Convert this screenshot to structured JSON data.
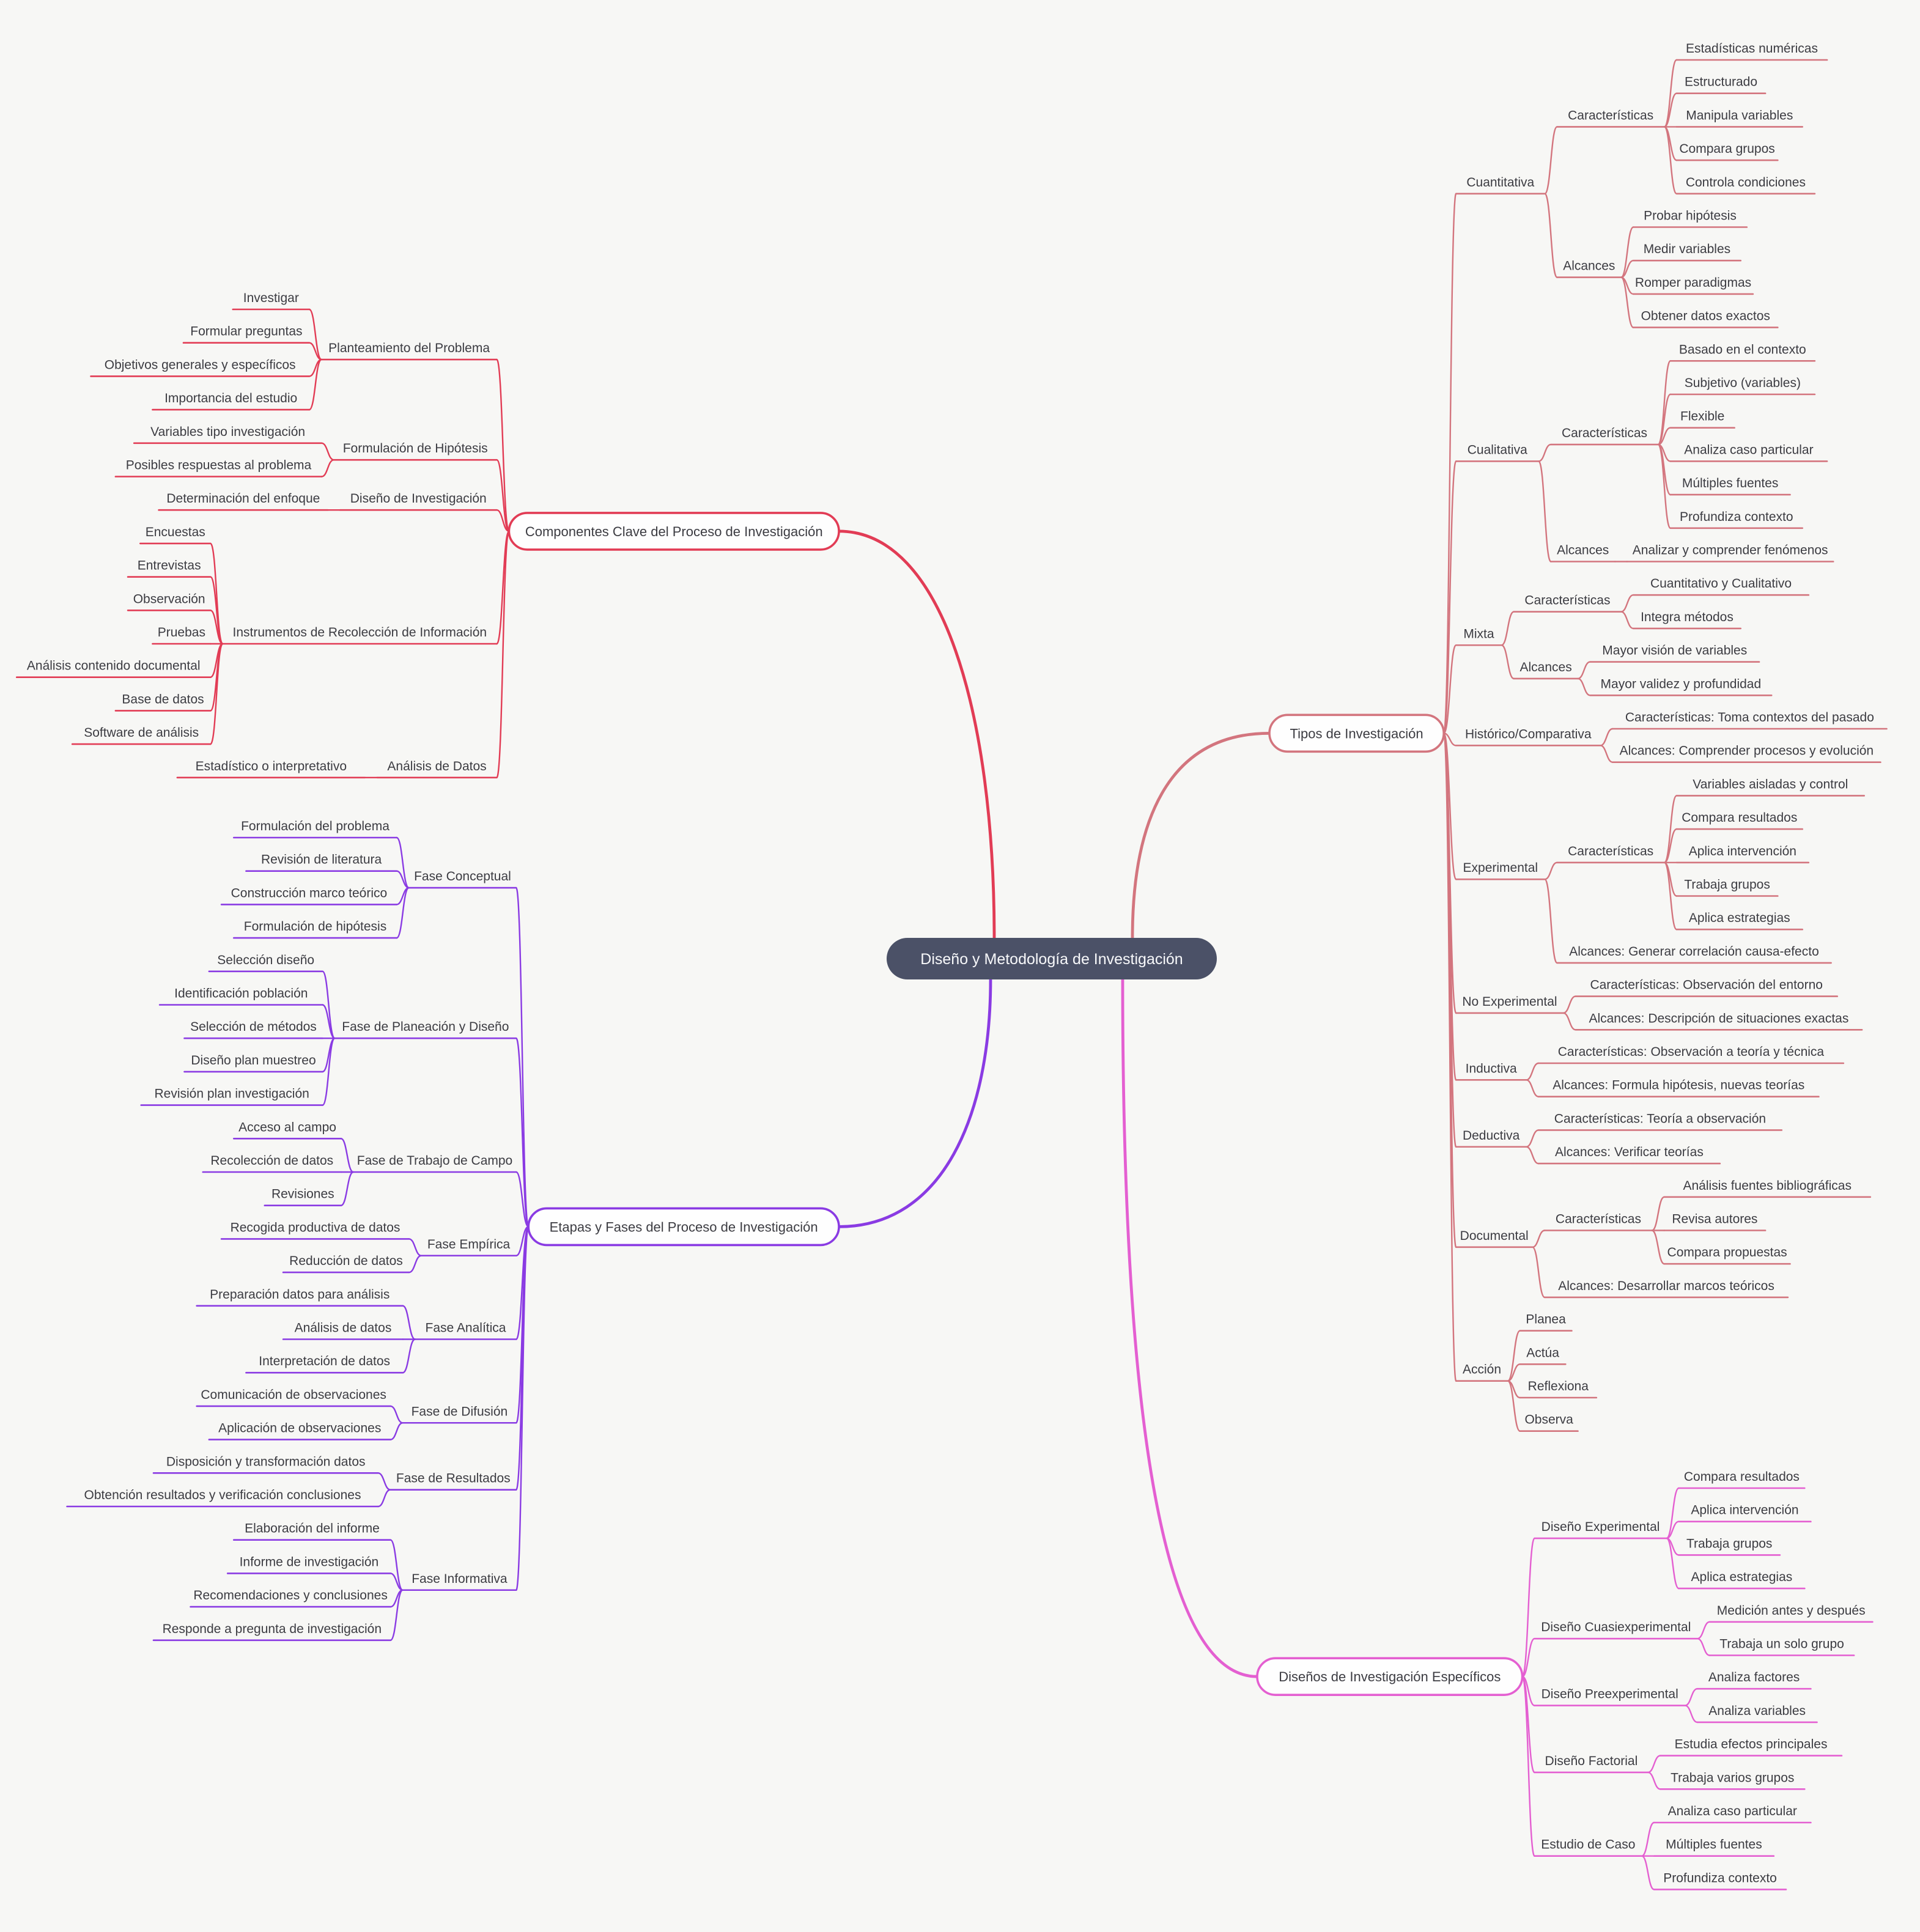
{
  "root": {
    "label": "Diseño y Metodología de Investigación"
  },
  "colors": {
    "background": "#f7f7f5",
    "root_fill": "#4b5167",
    "root_text": "#f7f8fa",
    "label_text": "#3c3c42",
    "branch_componentes": "#e23c55",
    "branch_etapas": "#8a3be3",
    "branch_tipos": "#d3757e",
    "branch_disenos": "#e45fd1"
  },
  "branches": [
    {
      "id": "componentes",
      "label": "Componentes Clave del Proceso de Investigación",
      "side": "left",
      "color": "#e23c55",
      "children": [
        {
          "label": "Planteamiento del Problema",
          "children": [
            {
              "label": "Investigar"
            },
            {
              "label": "Formular preguntas"
            },
            {
              "label": "Objetivos generales y específicos"
            },
            {
              "label": "Importancia del estudio"
            }
          ]
        },
        {
          "label": "Formulación de Hipótesis",
          "children": [
            {
              "label": "Variables tipo investigación"
            },
            {
              "label": "Posibles respuestas al problema"
            }
          ]
        },
        {
          "label": "Diseño de Investigación",
          "children": [
            {
              "label": "Determinación del enfoque"
            }
          ]
        },
        {
          "label": "Instrumentos de Recolección de Información",
          "children": [
            {
              "label": "Encuestas"
            },
            {
              "label": "Entrevistas"
            },
            {
              "label": "Observación"
            },
            {
              "label": "Pruebas"
            },
            {
              "label": "Análisis contenido documental"
            },
            {
              "label": "Base de datos"
            },
            {
              "label": "Software de análisis"
            }
          ]
        },
        {
          "label": "Análisis de Datos",
          "children": [
            {
              "label": "Estadístico o interpretativo"
            }
          ]
        }
      ]
    },
    {
      "id": "etapas",
      "label": "Etapas y Fases del Proceso de Investigación",
      "side": "left",
      "color": "#8a3be3",
      "children": [
        {
          "label": "Fase Conceptual",
          "children": [
            {
              "label": "Formulación del problema"
            },
            {
              "label": "Revisión de literatura"
            },
            {
              "label": "Construcción marco teórico"
            },
            {
              "label": "Formulación de hipótesis"
            }
          ]
        },
        {
          "label": "Fase de Planeación y Diseño",
          "children": [
            {
              "label": "Selección diseño"
            },
            {
              "label": "Identificación población"
            },
            {
              "label": "Selección de métodos"
            },
            {
              "label": "Diseño plan muestreo"
            },
            {
              "label": "Revisión plan investigación"
            }
          ]
        },
        {
          "label": "Fase de Trabajo de Campo",
          "children": [
            {
              "label": "Acceso al campo"
            },
            {
              "label": "Recolección de datos"
            },
            {
              "label": "Revisiones"
            }
          ]
        },
        {
          "label": "Fase Empírica",
          "children": [
            {
              "label": "Recogida productiva de datos"
            },
            {
              "label": "Reducción de datos"
            }
          ]
        },
        {
          "label": "Fase Analítica",
          "children": [
            {
              "label": "Preparación datos para análisis"
            },
            {
              "label": "Análisis de datos"
            },
            {
              "label": "Interpretación de datos"
            }
          ]
        },
        {
          "label": "Fase de Difusión",
          "children": [
            {
              "label": "Comunicación de observaciones"
            },
            {
              "label": "Aplicación de observaciones"
            }
          ]
        },
        {
          "label": "Fase de Resultados",
          "children": [
            {
              "label": "Disposición y transformación datos"
            },
            {
              "label": "Obtención resultados y verificación conclusiones"
            }
          ]
        },
        {
          "label": "Fase Informativa",
          "children": [
            {
              "label": "Elaboración del informe"
            },
            {
              "label": "Informe de investigación"
            },
            {
              "label": "Recomendaciones y conclusiones"
            },
            {
              "label": "Responde a pregunta de investigación"
            }
          ]
        }
      ]
    },
    {
      "id": "tipos",
      "label": "Tipos de Investigación",
      "side": "right",
      "color": "#d3757e",
      "children": [
        {
          "label": "Cuantitativa",
          "children": [
            {
              "label": "Características",
              "children": [
                {
                  "label": "Estadísticas numéricas"
                },
                {
                  "label": "Estructurado"
                },
                {
                  "label": "Manipula variables"
                },
                {
                  "label": "Compara grupos"
                },
                {
                  "label": "Controla condiciones"
                }
              ]
            },
            {
              "label": "Alcances",
              "children": [
                {
                  "label": "Probar hipótesis"
                },
                {
                  "label": "Medir variables"
                },
                {
                  "label": "Romper paradigmas"
                },
                {
                  "label": "Obtener datos exactos"
                }
              ]
            }
          ]
        },
        {
          "label": "Cualitativa",
          "children": [
            {
              "label": "Características",
              "children": [
                {
                  "label": "Basado en el contexto"
                },
                {
                  "label": "Subjetivo (variables)"
                },
                {
                  "label": "Flexible"
                },
                {
                  "label": "Analiza caso particular"
                },
                {
                  "label": "Múltiples fuentes"
                },
                {
                  "label": "Profundiza contexto"
                }
              ]
            },
            {
              "label": "Alcances",
              "children": [
                {
                  "label": "Analizar y comprender fenómenos"
                }
              ]
            }
          ]
        },
        {
          "label": "Mixta",
          "children": [
            {
              "label": "Características",
              "children": [
                {
                  "label": "Cuantitativo y Cualitativo"
                },
                {
                  "label": "Integra métodos"
                }
              ]
            },
            {
              "label": "Alcances",
              "children": [
                {
                  "label": "Mayor visión de variables"
                },
                {
                  "label": "Mayor validez y profundidad"
                }
              ]
            }
          ]
        },
        {
          "label": "Histórico/Comparativa",
          "children": [
            {
              "label": "Características: Toma contextos del pasado"
            },
            {
              "label": "Alcances: Comprender procesos y evolución"
            }
          ]
        },
        {
          "label": "Experimental",
          "children": [
            {
              "label": "Características",
              "children": [
                {
                  "label": "Variables aisladas y control"
                },
                {
                  "label": "Compara resultados"
                },
                {
                  "label": "Aplica intervención"
                },
                {
                  "label": "Trabaja grupos"
                },
                {
                  "label": "Aplica estrategias"
                }
              ]
            },
            {
              "label": "Alcances: Generar correlación causa-efecto"
            }
          ]
        },
        {
          "label": "No Experimental",
          "children": [
            {
              "label": "Características: Observación del entorno"
            },
            {
              "label": "Alcances: Descripción de situaciones exactas"
            }
          ]
        },
        {
          "label": "Inductiva",
          "children": [
            {
              "label": "Características: Observación a teoría y técnica"
            },
            {
              "label": "Alcances: Formula hipótesis, nuevas teorías"
            }
          ]
        },
        {
          "label": "Deductiva",
          "children": [
            {
              "label": "Características: Teoría a observación"
            },
            {
              "label": "Alcances: Verificar teorías"
            }
          ]
        },
        {
          "label": "Documental",
          "children": [
            {
              "label": "Características",
              "children": [
                {
                  "label": "Análisis fuentes bibliográficas"
                },
                {
                  "label": "Revisa autores"
                },
                {
                  "label": "Compara propuestas"
                }
              ]
            },
            {
              "label": "Alcances: Desarrollar marcos teóricos"
            }
          ]
        },
        {
          "label": "Acción",
          "children": [
            {
              "label": "Planea"
            },
            {
              "label": "Actúa"
            },
            {
              "label": "Reflexiona"
            },
            {
              "label": "Observa"
            }
          ]
        }
      ]
    },
    {
      "id": "disenos",
      "label": "Diseños de Investigación Específicos",
      "side": "right",
      "color": "#e45fd1",
      "children": [
        {
          "label": "Diseño Experimental",
          "children": [
            {
              "label": "Compara resultados"
            },
            {
              "label": "Aplica intervención"
            },
            {
              "label": "Trabaja grupos"
            },
            {
              "label": "Aplica estrategias"
            }
          ]
        },
        {
          "label": "Diseño Cuasiexperimental",
          "children": [
            {
              "label": "Medición antes y después"
            },
            {
              "label": "Trabaja un solo grupo"
            }
          ]
        },
        {
          "label": "Diseño Preexperimental",
          "children": [
            {
              "label": "Analiza factores"
            },
            {
              "label": "Analiza variables"
            }
          ]
        },
        {
          "label": "Diseño Factorial",
          "children": [
            {
              "label": "Estudia efectos principales"
            },
            {
              "label": "Trabaja varios grupos"
            }
          ]
        },
        {
          "label": "Estudio de Caso",
          "children": [
            {
              "label": "Analiza caso particular"
            },
            {
              "label": "Múltiples fuentes"
            },
            {
              "label": "Profundiza contexto"
            }
          ]
        }
      ]
    }
  ]
}
